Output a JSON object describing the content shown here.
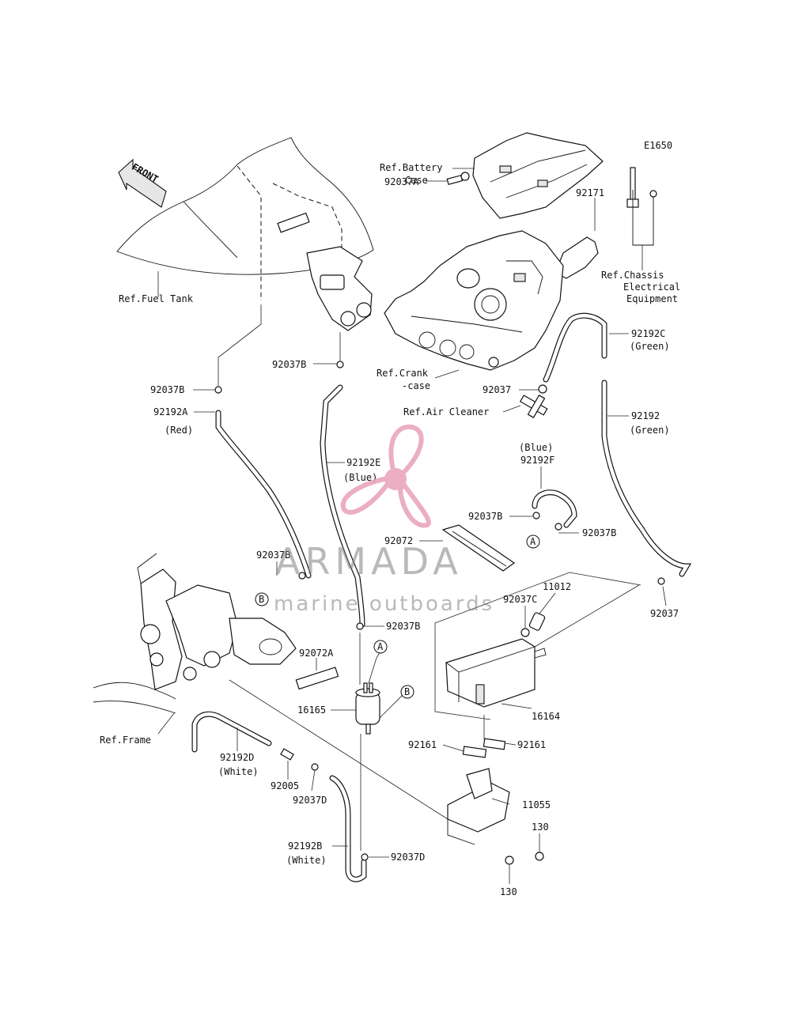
{
  "diagram_id": "E1650",
  "front_arrow": "FRONT",
  "watermark": {
    "brand": "ARMADA",
    "tagline": "marine outboards",
    "logo_color": "#e8a0b8"
  },
  "labels": {
    "ref_battery_line1": "Ref.Battery",
    "ref_battery_line2": "Case",
    "p92037A": "92037A",
    "p92171": "92171",
    "ref_chassis_line1": "Ref.Chassis",
    "ref_chassis_line2": "Electrical",
    "ref_chassis_line3": "Equipment",
    "ref_fuel_tank": "Ref.Fuel Tank",
    "p92192C": "92192C",
    "green1": "(Green)",
    "p92037B_top": "92037B",
    "ref_crank_line1": "Ref.Crank",
    "ref_crank_line2": "-case",
    "p92037B_left": "92037B",
    "p92037_mid": "92037",
    "p92192A": "92192A",
    "red": "(Red)",
    "ref_air_cleaner": "Ref.Air Cleaner",
    "p92192": "92192",
    "green2": "(Green)",
    "blue_f": "(Blue)",
    "p92192F": "92192F",
    "p92192E": "92192E",
    "blue_e": "(Blue)",
    "p92037B_f": "92037B",
    "p92072": "92072",
    "p92037B_right": "92037B",
    "p92037B_b": "92037B",
    "p92037C": "92037C",
    "p11012": "11012",
    "p92037_right": "92037",
    "p92037B_mid": "92037B",
    "p92072A": "92072A",
    "p16165": "16165",
    "p16164": "16164",
    "ref_frame": "Ref.Frame",
    "p92161_left": "92161",
    "p92161_right": "92161",
    "p92192D": "92192D",
    "white_d": "(White)",
    "p92005": "92005",
    "p92037D_top": "92037D",
    "p11055": "11055",
    "p130_top": "130",
    "p92192B": "92192B",
    "white_b": "(White)",
    "p92037D_bot": "92037D",
    "p130_bot": "130"
  },
  "callouts": {
    "a": "A",
    "b": "B"
  }
}
